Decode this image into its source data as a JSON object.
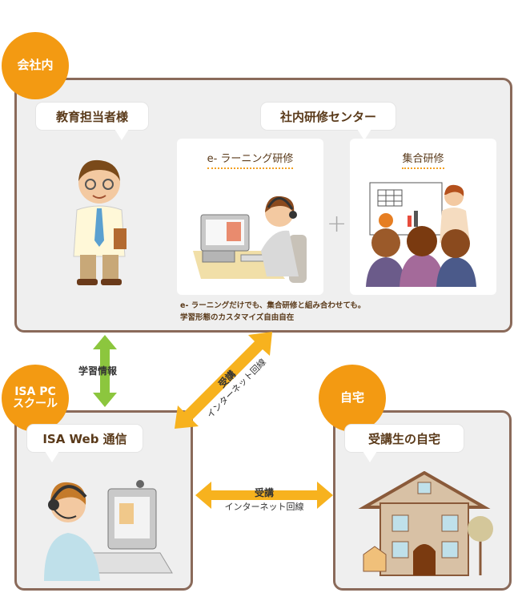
{
  "labels": {
    "company": "会社内",
    "school": "ISA PC\nスクール",
    "home": "自宅",
    "manager": "教育担当者様",
    "center": "社内研修センター",
    "isa_web": "ISA Web 通信",
    "student_home": "受講生の自宅",
    "elearning": "e- ラーニング研修",
    "group": "集合研修",
    "note_line1": "e- ラーニングだけでも、集合研修と組み合わせても。",
    "note_line2": "学習形態のカスタマイズ自由自在",
    "learning_info": "学習情報",
    "attend": "受講",
    "internet": "インターネット回線",
    "plus": "+"
  },
  "colors": {
    "accent": "#f39a12",
    "arrow_orange": "#f7b21e",
    "arrow_green": "#8cc63e",
    "border": "#8a6a5a"
  }
}
